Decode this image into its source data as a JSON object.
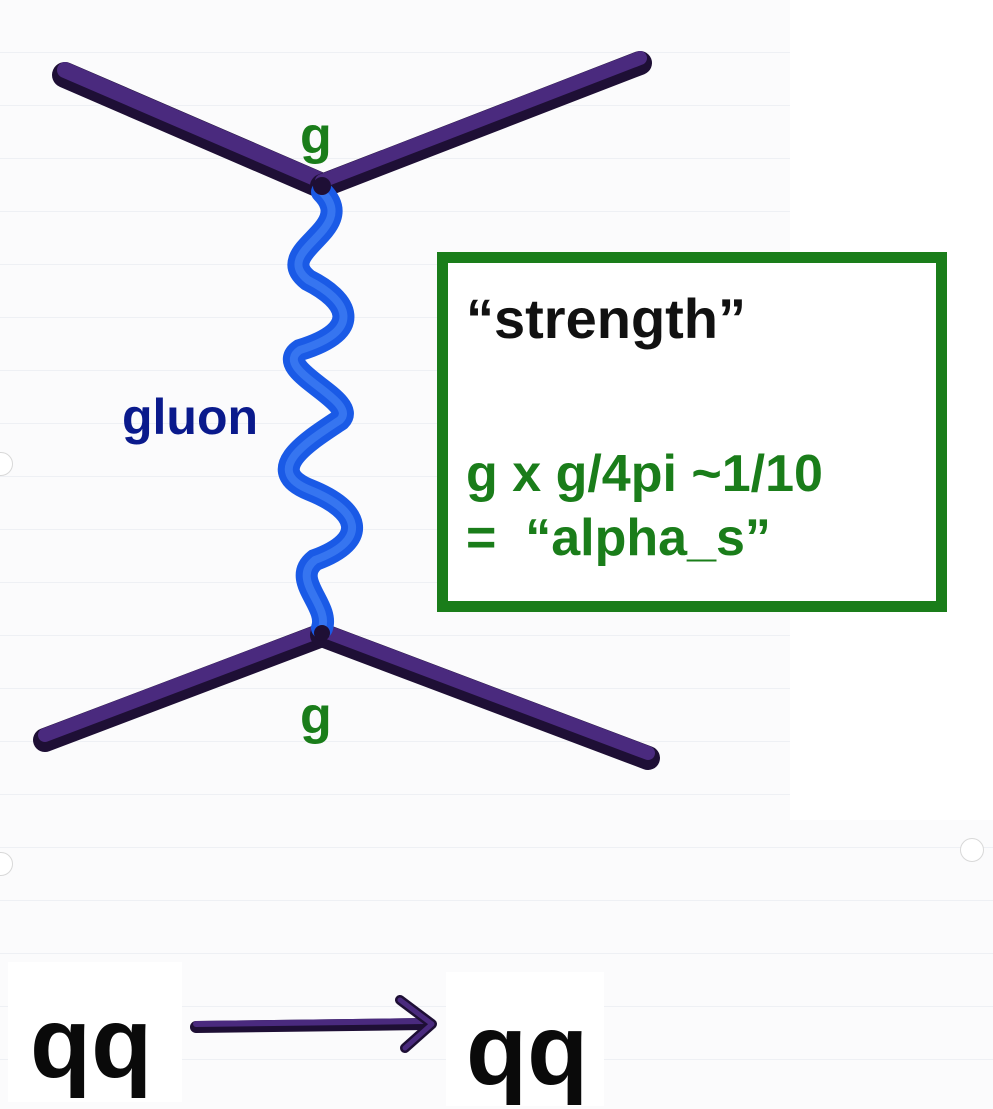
{
  "diagram": {
    "top_vertex_label": "g",
    "bottom_vertex_label": "g",
    "propagator_label": "gluon",
    "colors": {
      "quark_line": "#4a2a7e",
      "quark_line_dark": "#1e0f35",
      "gluon": "#1a5ae6",
      "coupling_text": "#1a7d1a",
      "propagator_text": "#0a1a8c",
      "box_border": "#1a7d1a"
    }
  },
  "info_box": {
    "title": "“strength”",
    "line1": "g x g/4pi ~1/10",
    "line2": "=  “alpha_s”"
  },
  "process": {
    "initial": "qq",
    "final": "qq"
  }
}
